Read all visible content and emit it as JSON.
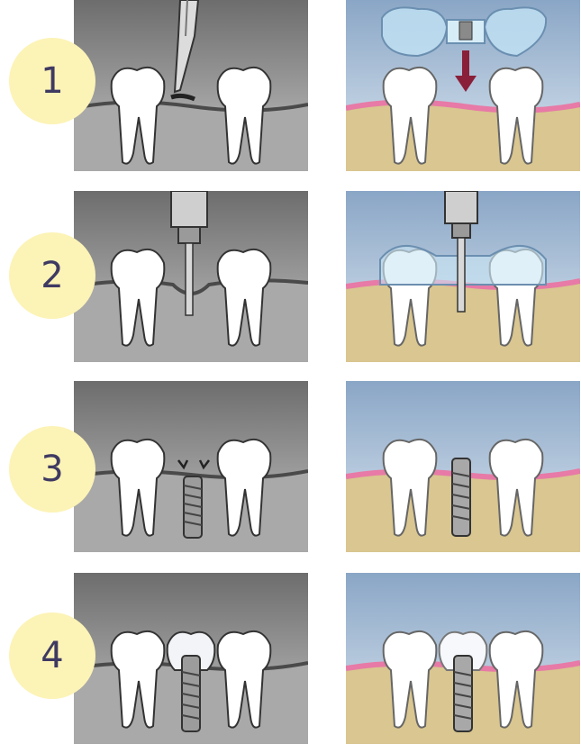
{
  "steps": [
    {
      "number": "1",
      "left_view": "incision",
      "right_view": "surgical-guide-placement"
    },
    {
      "number": "2",
      "left_view": "drilling",
      "right_view": "guided-drilling"
    },
    {
      "number": "3",
      "left_view": "implant-sutured",
      "right_view": "implant-placed"
    },
    {
      "number": "4",
      "left_view": "crown-restoration",
      "right_view": "crown-restoration"
    }
  ],
  "colors": {
    "badge_fill": "#fcf3b6",
    "badge_text": "#3f3a62",
    "gray_bg_top": "#6d6d6d",
    "gray_bg_bottom": "#c4c4c4",
    "gray_bone": "#a9a9a9",
    "blue_bg_top": "#8aa6c6",
    "blue_bg_bottom": "#dbe6f0",
    "gum_pink": "#e77aa6",
    "bone_tan": "#d9c690",
    "arrow": "#8a1f3a",
    "tooth": "#ffffff"
  },
  "icons": [
    "scalpel-icon",
    "drill-icon",
    "implant-screw-icon",
    "surgical-guide-icon",
    "down-arrow-icon",
    "crown-icon"
  ]
}
